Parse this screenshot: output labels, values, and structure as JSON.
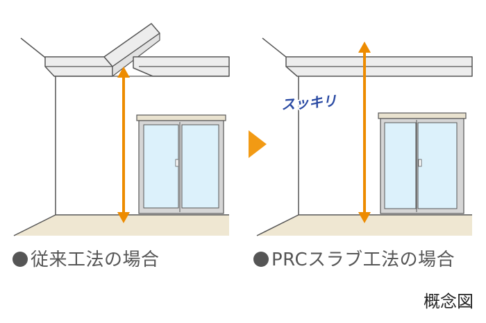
{
  "colors": {
    "arrow": "#ed8b00",
    "floor": "#efe7d2",
    "glass": "#dcf1fb",
    "frame": "#d6d6d6",
    "beam": "#ededed",
    "line": "#555555",
    "label": "#2a4aa3"
  },
  "left_panel": {
    "caption": "従来工法の場合"
  },
  "right_panel": {
    "caption": "PRCスラブ工法の場合",
    "callout": "スッキリ"
  },
  "transition_icon": "play-arrow-icon",
  "note": "概念図"
}
